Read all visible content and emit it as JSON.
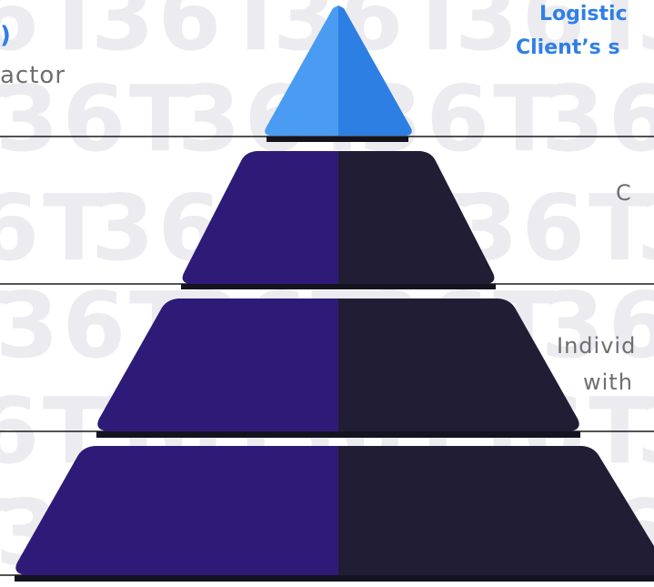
{
  "watermark": {
    "text": "36T",
    "color": "#ececf0"
  },
  "colors": {
    "tip_light": "#4a9cf2",
    "tip_dark": "#2d7fe3",
    "tier_left": "#2e1b78",
    "tier_right": "#211d35",
    "tier_shadow": "#141420",
    "lines": "#1a1a1a",
    "label_accent": "#2f7fe6",
    "label_gray": "#6e6e6e"
  },
  "labels": {
    "left_top_accent": ")",
    "left_top_text": "actor",
    "right_top_line1": "Logistic",
    "right_top_line2": "Client’s s",
    "right_tier2": "C",
    "right_tier3_line1": "Individ",
    "right_tier3_line2": "with"
  }
}
